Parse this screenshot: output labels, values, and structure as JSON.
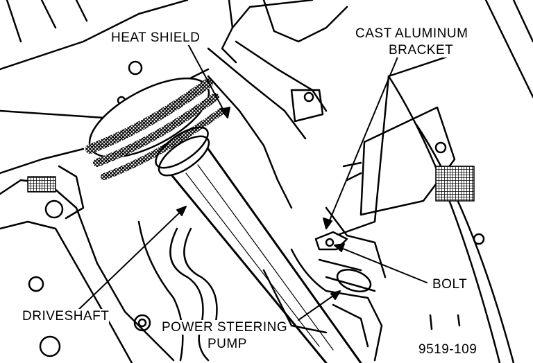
{
  "labels": {
    "heat_shield": "HEAT SHIELD",
    "cast_aluminum_bracket_line1": "CAST ALUMINUM",
    "cast_aluminum_bracket_line2": "BRACKET",
    "bolt": "BOLT",
    "driveshaft": "DRIVESHAFT",
    "power_steering_pump_line1": "POWER STEERING",
    "power_steering_pump_line2": "PUMP"
  },
  "figure_number": "9519-109"
}
